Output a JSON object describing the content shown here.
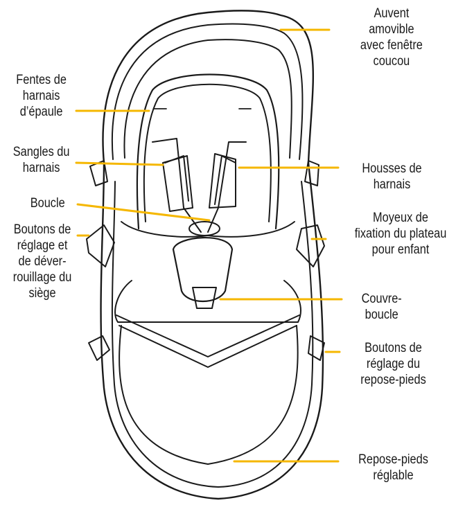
{
  "colors": {
    "leader": "#F5B700",
    "outline": "#1a1a1a",
    "seat_fill": "#ffffff"
  },
  "labels": {
    "canopy": "Auvent\namovible\navec fenêtre\ncoucou",
    "shoulder_slots": "Fentes de\nharnais\nd’épaule",
    "harness_straps": "Sangles du\nharnais",
    "harness_covers": "Housses de\nharnais",
    "buckle": "Boucle",
    "seat_buttons": "Boutons de\nréglage et\nde déver-\nrouillage du\nsiège",
    "tray_hubs": "Moyeux de\nfixation du plateau\npour enfant",
    "buckle_cover": "Couvre-\nboucle",
    "footrest_buttons": "Boutons de\nréglage du\nrepose-pieds",
    "footrest": "Repose-pieds\nréglable"
  }
}
